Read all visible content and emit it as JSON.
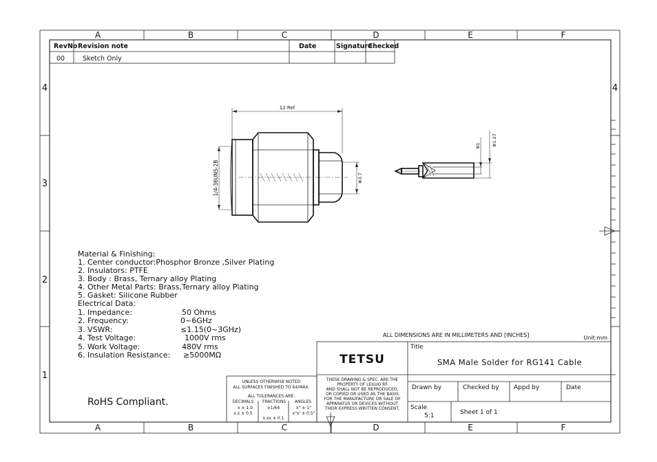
{
  "grid": {
    "columns": [
      "A",
      "B",
      "C",
      "D",
      "E",
      "F"
    ],
    "rows": [
      "4",
      "3",
      "2",
      "1"
    ]
  },
  "revision_table": {
    "headers": {
      "revno": "RevNo",
      "note": "Revision note",
      "date": "Date",
      "signature": "Signature",
      "checked": "Checked"
    },
    "rows": [
      {
        "revno": "00",
        "note": "Sketch Only",
        "date": "",
        "signature": "",
        "checked": ""
      }
    ]
  },
  "dimensions": {
    "length": "12 Ref",
    "thread": "1/4-36UNS-2B",
    "body_dia": "Φ3.7",
    "pin_dia_1": "Φ1",
    "pin_dia_2": "Φ1.27"
  },
  "specs": {
    "material_lines": [
      "Material & Finishing:",
      "1. Center conductor:Phosphor Bronze ,Silver Plating",
      "2. Insulators: PTFE",
      "3. Body :  Brass, Ternary alloy   Plating",
      "4. Other Metal Parts: Brass,Ternary alloy Plating",
      "5.  Gasket: Silicone Rubber",
      "Electrical Data:"
    ],
    "electrical": [
      {
        "label": "1. Impedance:",
        "value": "50 Ohms"
      },
      {
        "label": "2. Frequency:",
        "value": "0~6GHz"
      },
      {
        "label": "3. VSWR:",
        "value": "≤1.15(0~3GHz)"
      },
      {
        "label": "4. Test Voltage:",
        "value": "1000V rms"
      },
      {
        "label": "5. Work Voltage:",
        "value": "480V rms"
      },
      {
        "label": "6. Insulation Resistance:",
        "value": "≥5000MΩ"
      }
    ]
  },
  "rohs": "RoHS Compliant.",
  "tolerance_box": {
    "line1": "UNLESS OTHERWISE NOTED",
    "line2": "ALL SURFACES FINISHED TO 64/MAX.",
    "line3": "ALL TOLERANCES ARE:",
    "head_decimals": "DECIMALS",
    "head_fractions": "FRACTIONS",
    "head_angles": "ANGLES",
    "dec1": "x ± 1.0",
    "dec2": "x.x ± 0.5",
    "dec3": "x.xx ± 0.1",
    "fraction": "±1/64",
    "ang1": "x° ± 1°",
    "ang2": "x°x' ± 0.5°"
  },
  "notice": [
    "THESE DRAWING & SPEC. ARE THE",
    "PROPERTY OF LEILUO RF",
    "AND SHALL NOT BE REPRODUCED,",
    "OR COPIED OR USED AS THE BASIS",
    "FOR THE MANUFACTURE OR SALE OF",
    "APPARATUS OR DEVICES WITHOUT",
    "THEIR EXPRESS WRITTEN CONSENT."
  ],
  "title_block": {
    "dimensions_note": "ALL DIMENSIONS ARE IN MILLIMETERS AND [INCHES]",
    "unit": "Unit:mm",
    "company": "TETSU",
    "title_label": "Title",
    "title": "SMA Male Solder for RG141 Cable",
    "drawn_by": "Drawn by",
    "checked_by": "Checked by",
    "appd_by": "Appd by",
    "date": "Date",
    "scale_label": "Scale",
    "scale": "5:1",
    "sheet": "Sheet 1 of 1"
  }
}
